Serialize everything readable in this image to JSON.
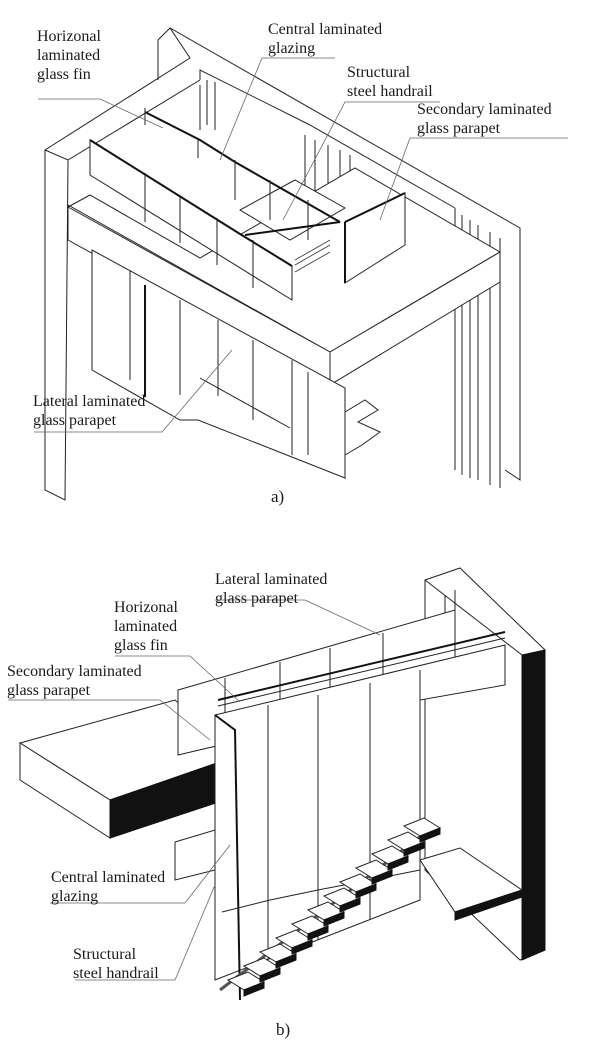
{
  "figure_a": {
    "caption": "a)",
    "labels": {
      "horizontal_fin": [
        "Horizonal",
        "laminated",
        "glass fin"
      ],
      "central_glazing": [
        "Central laminated",
        "glazing"
      ],
      "handrail": [
        "Structural",
        "steel handrail"
      ],
      "secondary_parapet": [
        "Secondary laminated",
        "glass parapet"
      ],
      "lateral_parapet": [
        "Lateral laminated",
        "glass parapet"
      ]
    }
  },
  "figure_b": {
    "caption": "b)",
    "labels": {
      "lateral_parapet": [
        "Lateral laminated",
        "glass parapet"
      ],
      "horizontal_fin": [
        "Horizonal",
        "laminated",
        "glass fin"
      ],
      "secondary_parapet": [
        "Secondary laminated",
        "glass parapet"
      ],
      "central_glazing": [
        "Central laminated",
        "glazing"
      ],
      "handrail": [
        "Structural",
        "steel handrail"
      ]
    }
  }
}
